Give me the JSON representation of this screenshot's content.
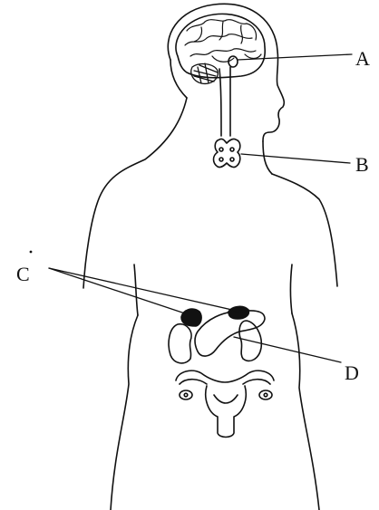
{
  "labels": {
    "a": "A",
    "b": "B",
    "c": "C",
    "d": "D"
  },
  "colors": {
    "ink": "#111111",
    "background": "#ffffff"
  }
}
